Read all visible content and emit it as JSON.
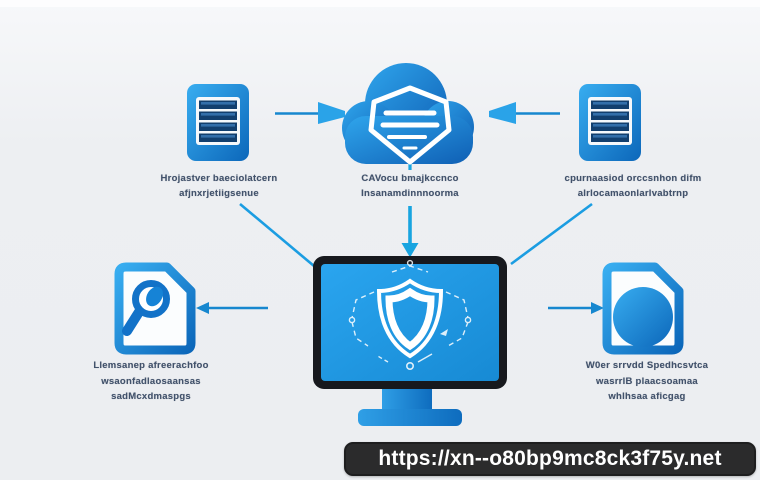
{
  "colors": {
    "background": "#eceef1",
    "accent_blue": "#1b9de2",
    "icon_blue_light": "#36abee",
    "icon_blue_dark": "#0d6bbd",
    "server_bar_blue": "#123f6e",
    "monitor_frame": "#17191e",
    "screen_blue": "#1f96e2",
    "url_bar_bg": "#2b2b2c",
    "url_text": "#ffffff",
    "label_text": "#42526b"
  },
  "url_bar": {
    "text": "https://xn--o80bp9mc8ck3f75y.net"
  },
  "nodes": {
    "server_left": {
      "icon": "server-database-icon",
      "label": [
        "Hrojastver baeciolatcern",
        "afjnxrjetiigsenue"
      ]
    },
    "cloud": {
      "icon": "cloud-shield-icon",
      "label": [
        "CAVocu bmajkccnco",
        "Insanamdinnnoorma"
      ]
    },
    "server_right": {
      "icon": "server-database-icon",
      "label": [
        "cpurnaasiod orccsnhon difm",
        "alrlocamaonlarlvabtrnp"
      ]
    },
    "monitor": {
      "icon": "monitor-security-shield-icon"
    },
    "doc_search": {
      "icon": "document-magnifier-icon",
      "label": [
        "Llemsanep afreerachfoo",
        "wsaonfadlaosaansas",
        "sadMcxdmaspgs"
      ]
    },
    "doc_circle": {
      "icon": "document-circle-icon",
      "label": [
        "W0er srrvdd Spedhcsvtca",
        "wasrrlB plaacsoamaa",
        "whlhsaa aficgag"
      ]
    }
  }
}
